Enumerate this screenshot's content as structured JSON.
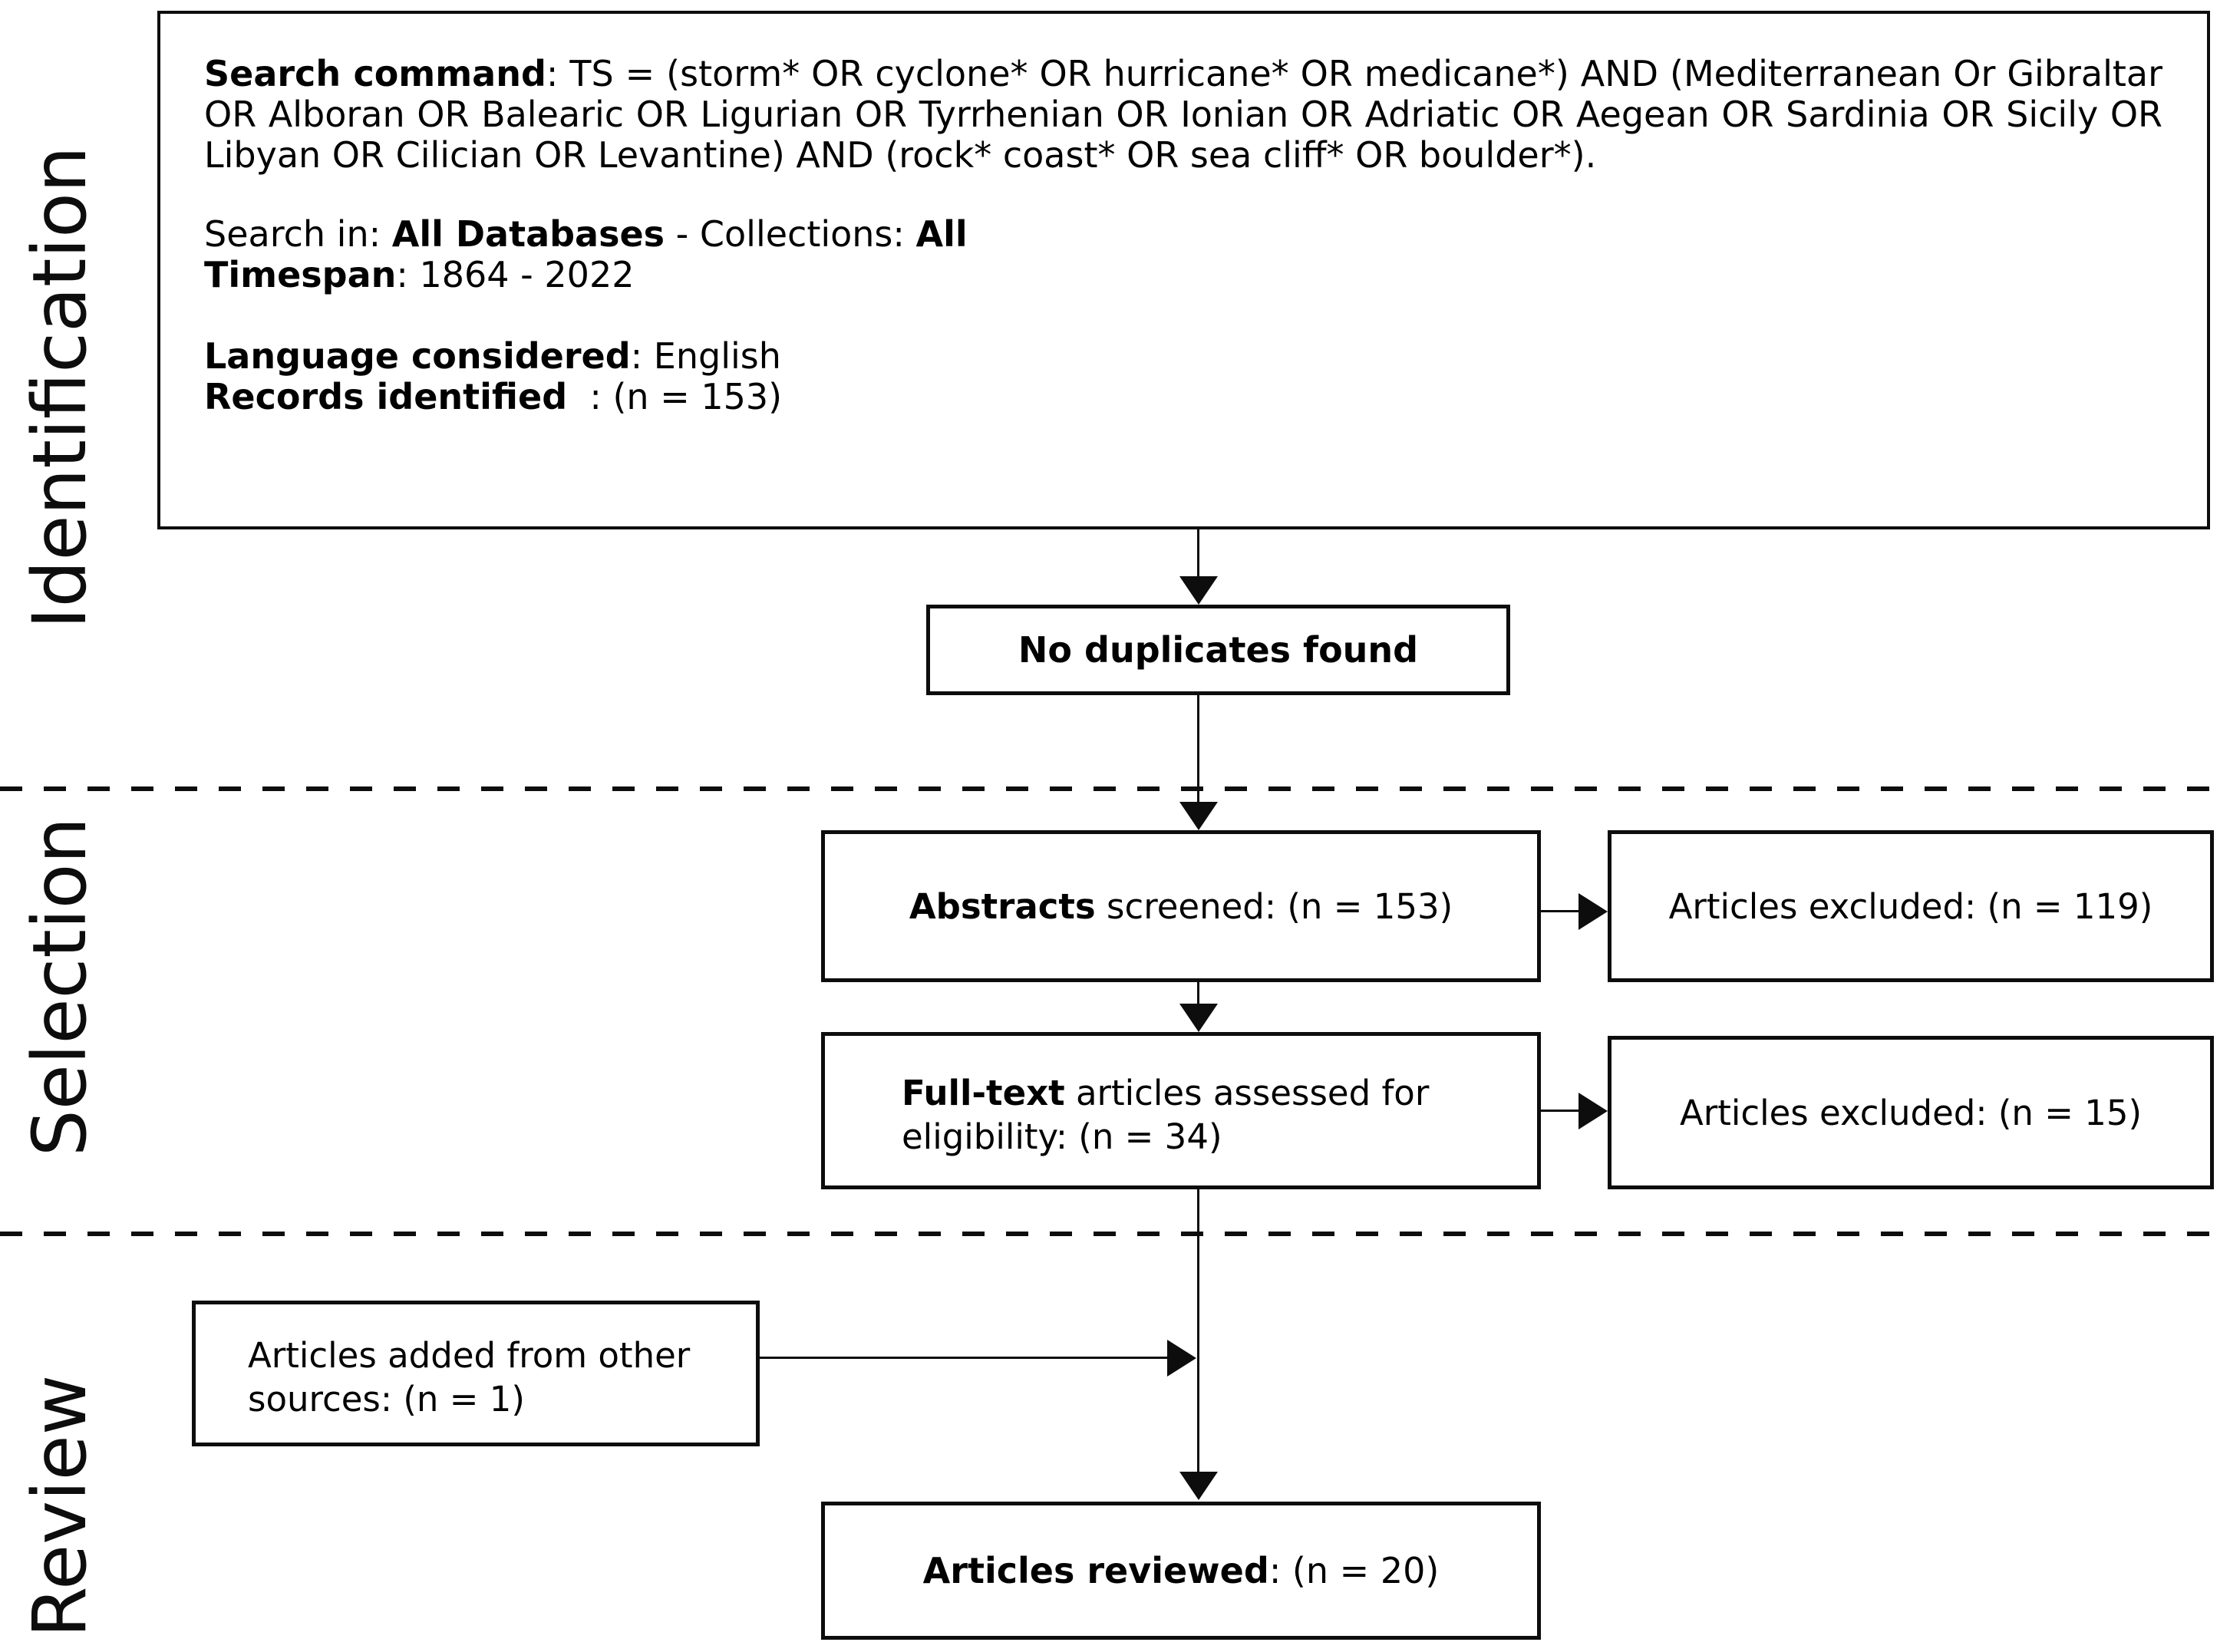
{
  "colors": {
    "ink": "#0d0d0d",
    "background": "#ffffff"
  },
  "sections": [
    {
      "label": "Identification"
    },
    {
      "label": "Selection"
    },
    {
      "label": "Review"
    }
  ],
  "search_box": {
    "command": [
      {
        "t": "Search command",
        "b": true
      },
      {
        "t": ": TS = (storm* OR cyclone* OR hurricane* OR medicane*) AND (Mediterranean Or Gibraltar OR Alboran OR Balearic OR Ligurian OR Tyrrhenian OR Ionian OR Adriatic OR Aegean OR Sardinia OR Sicily OR Libyan OR Cilician OR Levantine) AND (rock* coast* OR sea cliff* OR boulder*)."
      }
    ],
    "search_in": [
      {
        "t": "Search in: "
      },
      {
        "t": "All Databases",
        "b": true
      },
      {
        "t": " - Collections: "
      },
      {
        "t": "All",
        "b": true
      }
    ],
    "timespan": [
      {
        "t": "Timespan",
        "b": true
      },
      {
        "t": ": 1864 - 2022"
      }
    ],
    "language": [
      {
        "t": "Language considered",
        "b": true
      },
      {
        "t": ": English"
      }
    ],
    "records": [
      {
        "t": "Records identified",
        "b": true
      },
      {
        "t": "  : (n = 153)"
      }
    ]
  },
  "flow": {
    "no_duplicates": [
      {
        "t": "No duplicates found",
        "b": true
      }
    ],
    "abstracts_screened": [
      {
        "t": "Abstracts",
        "b": true
      },
      {
        "t": " screened: (n = 153)"
      }
    ],
    "articles_excluded_1": [
      {
        "t": "Articles excluded: (n = 119)"
      }
    ],
    "full_text_assessed": [
      {
        "t": "Full-text",
        "b": true
      },
      {
        "t": " articles assessed for eligibility: (n = 34)"
      }
    ],
    "articles_excluded_2": [
      {
        "t": "Articles excluded: (n = 15)"
      }
    ],
    "added_from_other_sources": [
      {
        "t": "Articles added from other sources: (n = 1)"
      }
    ],
    "articles_reviewed": [
      {
        "t": "Articles reviewed",
        "b": true
      },
      {
        "t": ": (n = 20)"
      }
    ]
  }
}
